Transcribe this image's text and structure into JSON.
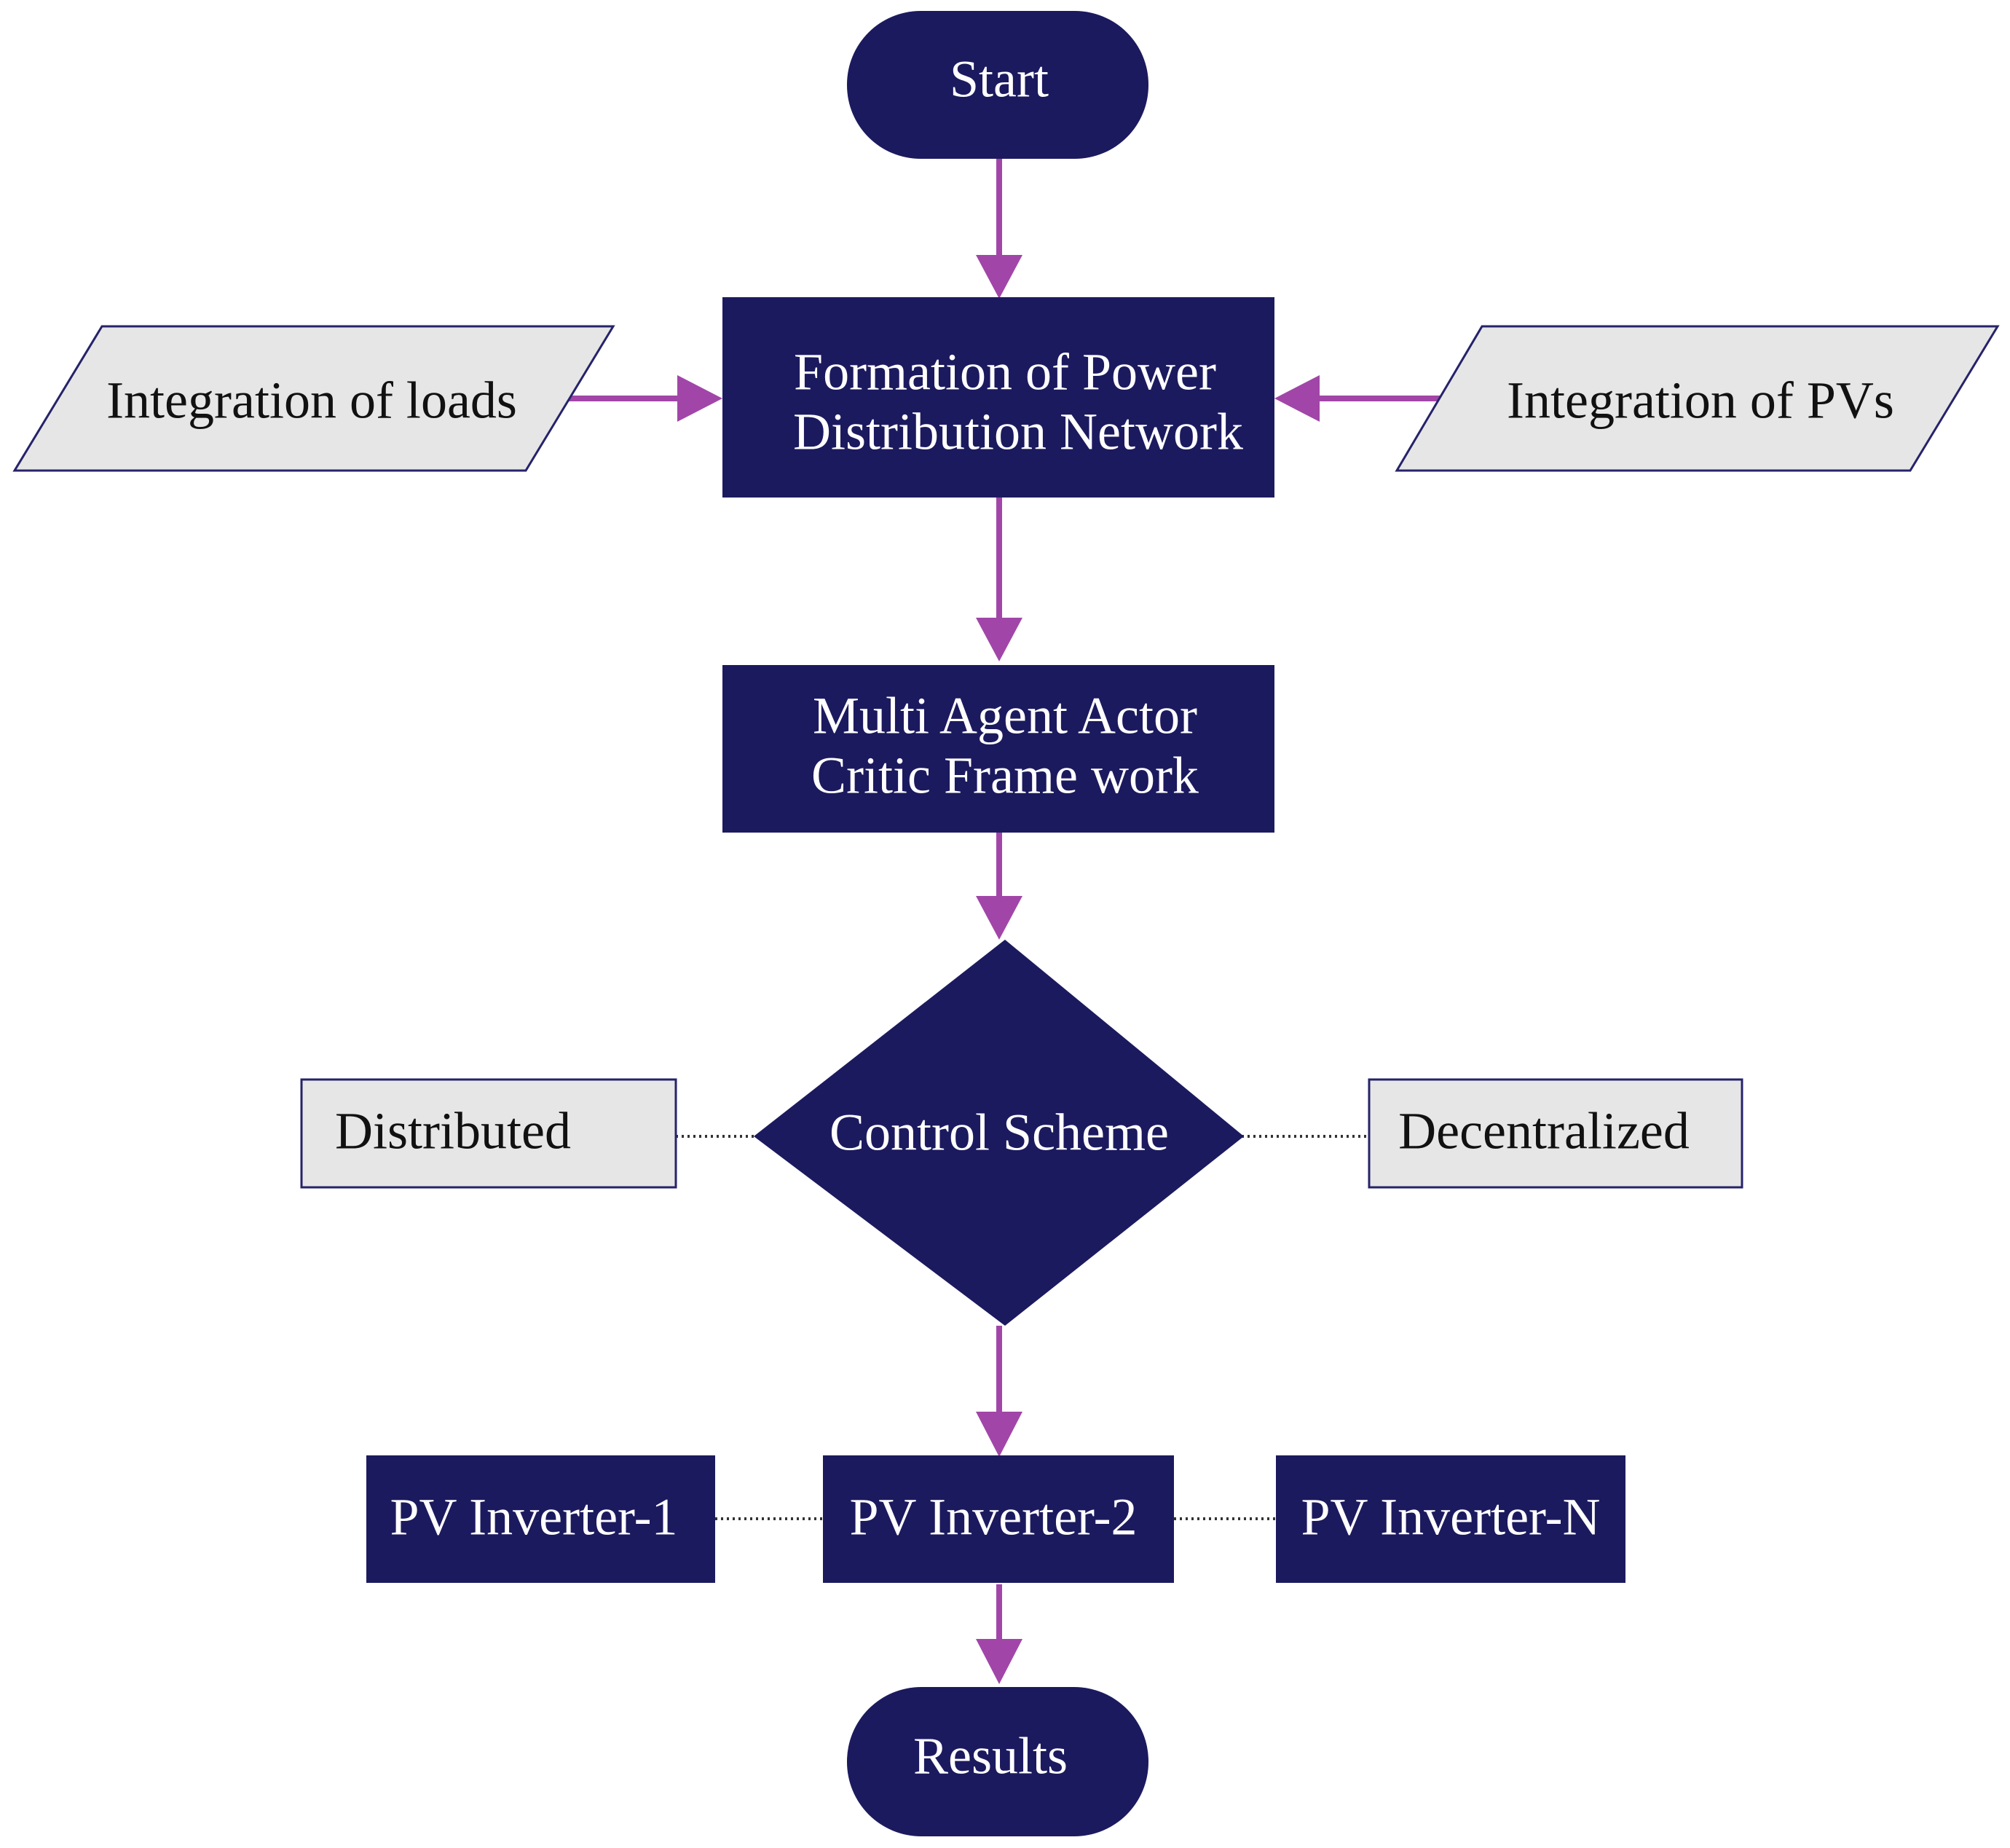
{
  "nodes": {
    "start": {
      "label": "Start"
    },
    "formation": {
      "lines": [
        "Formation of Power",
        "Distribution Network"
      ]
    },
    "loads": {
      "label": "Integration of loads"
    },
    "pvs": {
      "label": "Integration of PVs"
    },
    "macf": {
      "lines": [
        "Multi Agent Actor",
        "Critic Frame work"
      ]
    },
    "control": {
      "label": "Control Scheme"
    },
    "distributed": {
      "label": "Distributed"
    },
    "decentralized": {
      "label": "Decentralized"
    },
    "inv1": {
      "label": "PV Inverter-1"
    },
    "inv2": {
      "label": "PV Inverter-2"
    },
    "invN": {
      "label": "PV Inverter-N"
    },
    "results": {
      "label": "Results"
    }
  },
  "colors": {
    "node_dark": "#1c1a5e",
    "node_light": "#e6e6e6",
    "arrow": "#a146a8"
  }
}
